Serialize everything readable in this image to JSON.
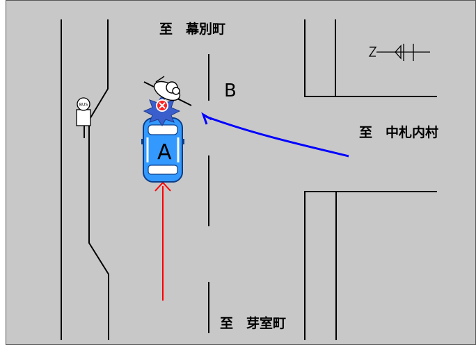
{
  "labels": {
    "north_dest": "至　幕別町",
    "east_dest": "至　中札内村",
    "south_dest": "至　芽室町",
    "vehicle_a": "A",
    "vehicle_b": "B",
    "bus_stop_sign": "BUS"
  },
  "colors": {
    "ground": "#c8c8c8",
    "road_lines": "#000000",
    "path_a": "#ff0000",
    "path_b": "#0000ff",
    "car_body": "#3399ff",
    "impact": "#3a5fcd"
  },
  "icons": {
    "north_arrow": "north-arrow-icon",
    "bus_stop": "bus-stop-sign-icon",
    "collision": "collision-marker-icon",
    "car": "car-icon",
    "motorcycle": "motorcycle-icon"
  }
}
